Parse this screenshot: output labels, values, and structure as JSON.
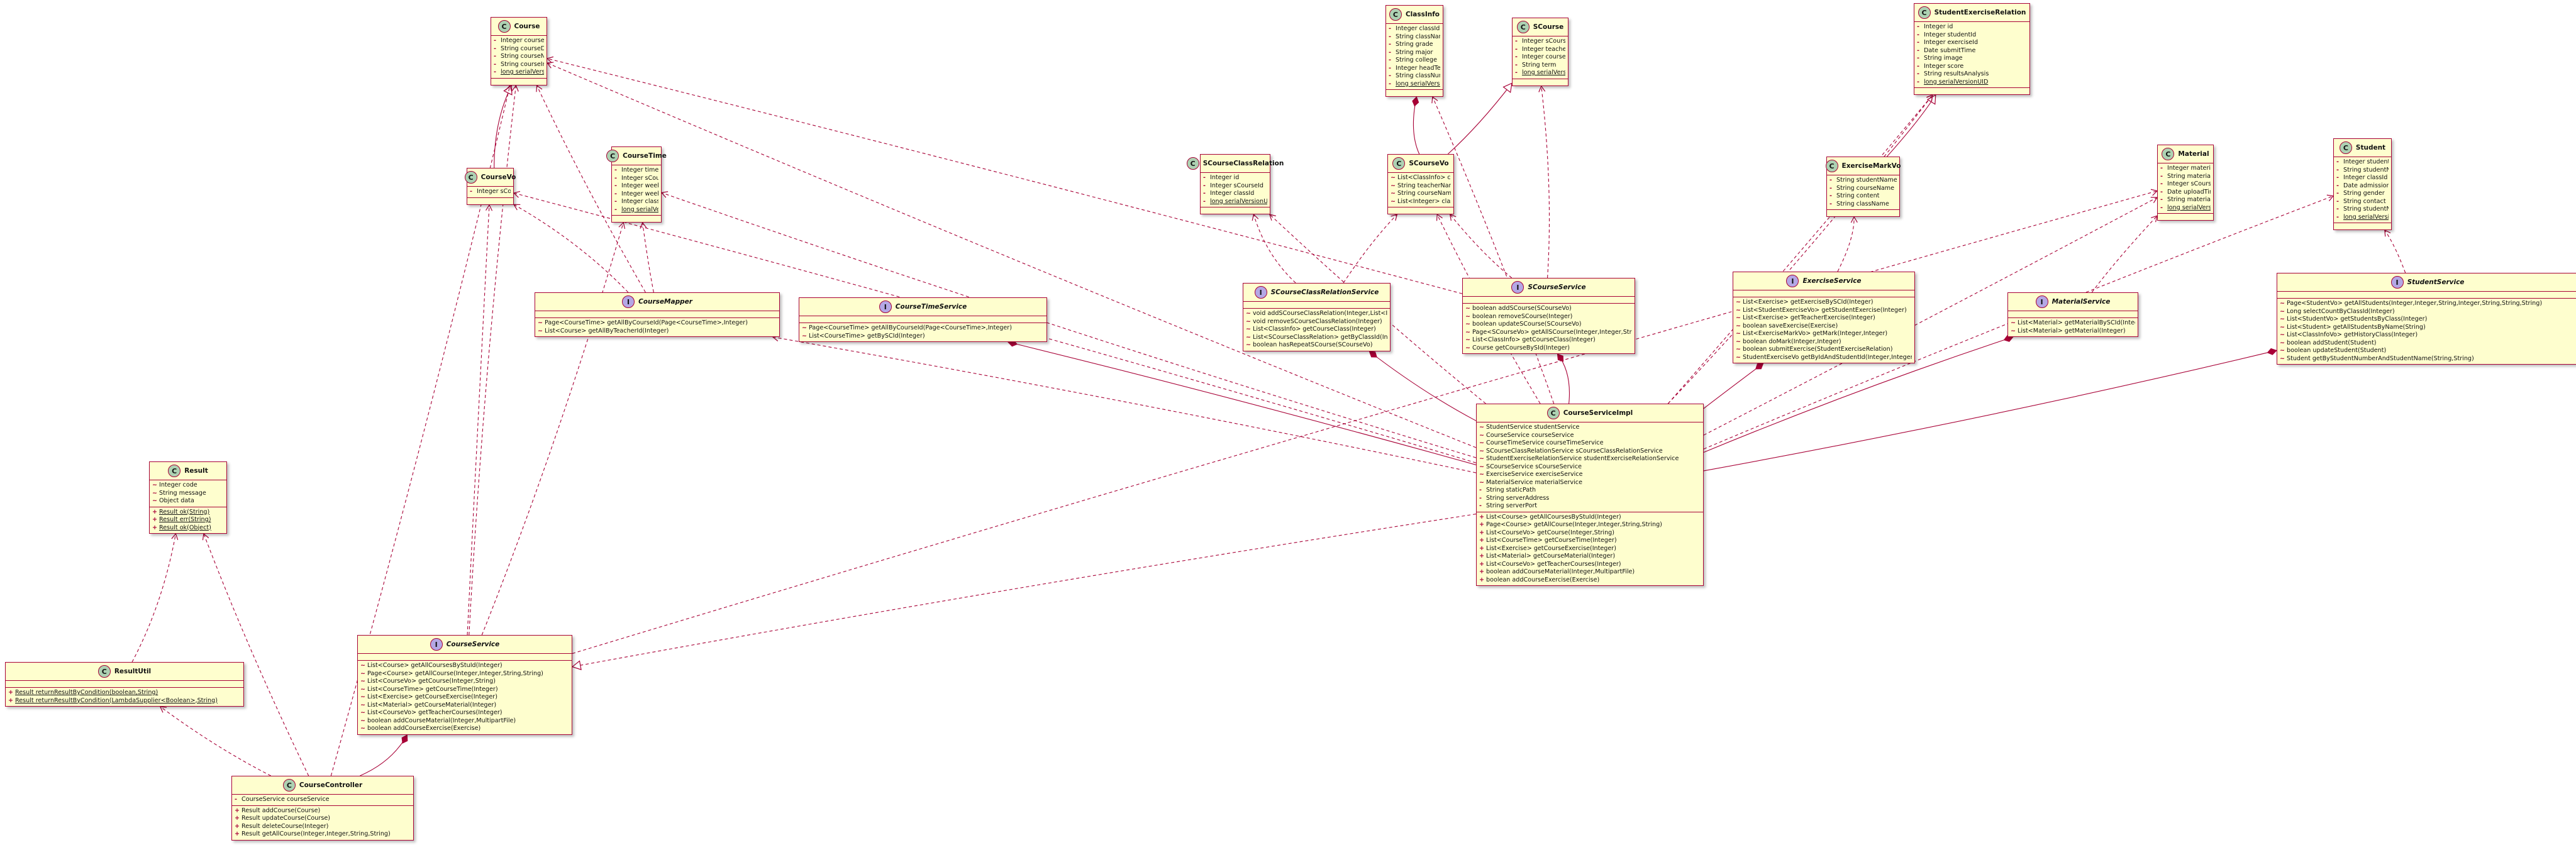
{
  "colors": {
    "box_fill": "#fefece",
    "border": "#a80036",
    "edge": "#a80036",
    "class_badge": "#add1b2",
    "interface_badge": "#b4a7e5"
  },
  "classes": [
    {
      "id": "Course",
      "name": "Course",
      "kind": "class",
      "fields": [
        [
          "-",
          "Integer courseId"
        ],
        [
          "-",
          "String courseDescription"
        ],
        [
          "-",
          "String courseName"
        ],
        [
          "-",
          "String courseImg"
        ],
        [
          "-",
          "long serialVersionUID",
          "static"
        ]
      ],
      "methods": []
    },
    {
      "id": "CourseVo",
      "name": "CourseVo",
      "kind": "class",
      "fields": [
        [
          "-",
          "Integer sCourseId"
        ]
      ],
      "methods": []
    },
    {
      "id": "CourseTime",
      "name": "CourseTime",
      "kind": "class",
      "fields": [
        [
          "-",
          "Integer timeId"
        ],
        [
          "-",
          "Integer sCourseId"
        ],
        [
          "-",
          "Integer weekday"
        ],
        [
          "-",
          "Integer week"
        ],
        [
          "-",
          "Integer classSequence"
        ],
        [
          "-",
          "long serialVersionUID",
          "static"
        ]
      ],
      "methods": []
    },
    {
      "id": "CourseMapper",
      "name": "CourseMapper",
      "kind": "interface",
      "fields": [],
      "methods": [
        [
          "~",
          "Page<CourseTime> getAllByCourseId(Page<CourseTime>,Integer)"
        ],
        [
          "~",
          "List<Course> getAllByTeacherId(Integer)"
        ]
      ]
    },
    {
      "id": "ClassInfo",
      "name": "ClassInfo",
      "kind": "class",
      "fields": [
        [
          "-",
          "Integer classId"
        ],
        [
          "-",
          "String className"
        ],
        [
          "-",
          "String grade"
        ],
        [
          "-",
          "String major"
        ],
        [
          "-",
          "String college"
        ],
        [
          "-",
          "Integer headTeacherId"
        ],
        [
          "-",
          "String classNumber"
        ],
        [
          "-",
          "long serialVersionUID",
          "static"
        ]
      ],
      "methods": []
    },
    {
      "id": "SCourse",
      "name": "SCourse",
      "kind": "class",
      "fields": [
        [
          "-",
          "Integer sCourseId"
        ],
        [
          "-",
          "Integer teacherId"
        ],
        [
          "-",
          "Integer courseId"
        ],
        [
          "-",
          "String term"
        ],
        [
          "-",
          "long serialVersionUID",
          "static"
        ]
      ],
      "methods": []
    },
    {
      "id": "SCourseVo",
      "name": "SCourseVo",
      "kind": "class",
      "fields": [
        [
          "~",
          "List<ClassInfo> classInfos"
        ],
        [
          "~",
          "String teacherName"
        ],
        [
          "~",
          "String courseName"
        ],
        [
          "~",
          "List<Integer> classIds"
        ]
      ],
      "methods": []
    },
    {
      "id": "SCourseClassRelation",
      "name": "SCourseClassRelation",
      "kind": "class",
      "fields": [
        [
          "-",
          "Integer id"
        ],
        [
          "-",
          "Integer sCourseId"
        ],
        [
          "-",
          "Integer classId"
        ],
        [
          "-",
          "long serialVersionUID",
          "static"
        ]
      ],
      "methods": []
    },
    {
      "id": "StudentExerciseRelation",
      "name": "StudentExerciseRelation",
      "kind": "class",
      "fields": [
        [
          "-",
          "Integer id"
        ],
        [
          "-",
          "Integer studentId"
        ],
        [
          "-",
          "Integer exerciseId"
        ],
        [
          "-",
          "Date submitTime"
        ],
        [
          "-",
          "String image"
        ],
        [
          "-",
          "Integer score"
        ],
        [
          "-",
          "String resultsAnalysis"
        ],
        [
          "-",
          "long serialVersionUID",
          "static"
        ]
      ],
      "methods": []
    },
    {
      "id": "ExerciseMarkVo",
      "name": "ExerciseMarkVo",
      "kind": "class",
      "fields": [
        [
          "-",
          "String studentName"
        ],
        [
          "-",
          "String courseName"
        ],
        [
          "-",
          "String content"
        ],
        [
          "-",
          "String className"
        ]
      ],
      "methods": []
    },
    {
      "id": "Material",
      "name": "Material",
      "kind": "class",
      "fields": [
        [
          "-",
          "Integer materialId"
        ],
        [
          "-",
          "String materialName"
        ],
        [
          "-",
          "Integer sCourseId"
        ],
        [
          "-",
          "Date uploadTime"
        ],
        [
          "-",
          "String materialPath"
        ],
        [
          "-",
          "long serialVersionUID",
          "static"
        ]
      ],
      "methods": []
    },
    {
      "id": "Student",
      "name": "Student",
      "kind": "class",
      "fields": [
        [
          "-",
          "Integer studentId"
        ],
        [
          "-",
          "String studentName"
        ],
        [
          "-",
          "Integer classId"
        ],
        [
          "-",
          "Date admissiondate"
        ],
        [
          "-",
          "String gender"
        ],
        [
          "-",
          "String contact"
        ],
        [
          "-",
          "String studentNumber"
        ],
        [
          "-",
          "long serialVersionUID",
          "static"
        ]
      ],
      "methods": []
    },
    {
      "id": "CourseTimeService",
      "name": "CourseTimeService",
      "kind": "interface",
      "fields": [],
      "methods": [
        [
          "~",
          "Page<CourseTime> getAllByCourseId(Page<CourseTime>,Integer)"
        ],
        [
          "~",
          "List<CourseTime> getBySCId(Integer)"
        ]
      ]
    },
    {
      "id": "SCourseClassRelationService",
      "name": "SCourseClassRelationService",
      "kind": "interface",
      "fields": [],
      "methods": [
        [
          "~",
          "void addSCourseClassRelation(Integer,List<Integer>)"
        ],
        [
          "~",
          "void removeSCourseClassRelation(Integer)"
        ],
        [
          "~",
          "List<ClassInfo> getCourseClass(Integer)"
        ],
        [
          "~",
          "List<SCourseClassRelation> getByClassId(Integer)"
        ],
        [
          "~",
          "boolean hasRepeatSCourse(SCourseVo)"
        ]
      ]
    },
    {
      "id": "SCourseService",
      "name": "SCourseService",
      "kind": "interface",
      "fields": [],
      "methods": [
        [
          "~",
          "boolean addSCourse(SCourseVo)"
        ],
        [
          "~",
          "boolean removeSCourse(Integer)"
        ],
        [
          "~",
          "boolean updateSCourse(SCourseVo)"
        ],
        [
          "~",
          "Page<SCourseVo> getAllSCourse(Integer,Integer,String,String,String)"
        ],
        [
          "~",
          "List<ClassInfo> getCourseClass(Integer)"
        ],
        [
          "~",
          "Course getCourseBySId(Integer)"
        ]
      ]
    },
    {
      "id": "ExerciseService",
      "name": "ExerciseService",
      "kind": "interface",
      "fields": [],
      "methods": [
        [
          "~",
          "List<Exercise> getExerciseBySCId(Integer)"
        ],
        [
          "~",
          "List<StudentExerciseVo> getStudentExercise(Integer)"
        ],
        [
          "~",
          "List<Exercise> getTeacherExercise(Integer)"
        ],
        [
          "~",
          "boolean saveExercise(Exercise)"
        ],
        [
          "~",
          "List<ExerciseMarkVo> getMark(Integer,Integer)"
        ],
        [
          "~",
          "boolean doMark(Integer,Integer)"
        ],
        [
          "~",
          "boolean submitExercise(StudentExerciseRelation)"
        ],
        [
          "~",
          "StudentExerciseVo getByIdAndStudentId(Integer,Integer)"
        ]
      ]
    },
    {
      "id": "MaterialService",
      "name": "MaterialService",
      "kind": "interface",
      "fields": [],
      "methods": [
        [
          "~",
          "List<Material> getMaterialBySCId(Integer)"
        ],
        [
          "~",
          "List<Material> getMaterial(Integer)"
        ]
      ]
    },
    {
      "id": "StudentService",
      "name": "StudentService",
      "kind": "interface",
      "fields": [],
      "methods": [
        [
          "~",
          "Page<StudentVo> getAllStudents(Integer,Integer,String,Integer,String,String,String)"
        ],
        [
          "~",
          "Long selectCountByClassId(Integer)"
        ],
        [
          "~",
          "List<StudentVo> getStudentsByClass(Integer)"
        ],
        [
          "~",
          "List<Student> getAllStudentsByName(String)"
        ],
        [
          "~",
          "List<ClassInfoVo> getHistoryClass(Integer)"
        ],
        [
          "~",
          "boolean addStudent(Student)"
        ],
        [
          "~",
          "boolean updateStudent(Student)"
        ],
        [
          "~",
          "Student getByStudentNumberAndStudentName(String,String)"
        ]
      ]
    },
    {
      "id": "CourseServiceImpl",
      "name": "CourseServiceImpl",
      "kind": "class",
      "fields": [
        [
          "~",
          "StudentService studentService"
        ],
        [
          "~",
          "CourseService courseService"
        ],
        [
          "~",
          "CourseTimeService courseTimeService"
        ],
        [
          "~",
          "SCourseClassRelationService sCourseClassRelationService"
        ],
        [
          "~",
          "StudentExerciseRelationService studentExerciseRelationService"
        ],
        [
          "~",
          "SCourseService sCourseService"
        ],
        [
          "~",
          "ExerciseService exerciseService"
        ],
        [
          "~",
          "MaterialService materialService"
        ],
        [
          "-",
          "String staticPath"
        ],
        [
          "-",
          "String serverAddress"
        ],
        [
          "-",
          "String serverPort"
        ]
      ],
      "methods": [
        [
          "+",
          "List<Course> getAllCoursesByStuId(Integer)"
        ],
        [
          "+",
          "Page<Course> getAllCourse(Integer,Integer,String,String)"
        ],
        [
          "+",
          "List<CourseVo> getCourse(Integer,String)"
        ],
        [
          "+",
          "List<CourseTime> getCourseTime(Integer)"
        ],
        [
          "+",
          "List<Exercise> getCourseExercise(Integer)"
        ],
        [
          "+",
          "List<Material> getCourseMaterial(Integer)"
        ],
        [
          "+",
          "List<CourseVo> getTeacherCourses(Integer)"
        ],
        [
          "+",
          "boolean addCourseMaterial(Integer,MultipartFile)"
        ],
        [
          "+",
          "boolean addCourseExercise(Exercise)"
        ]
      ]
    },
    {
      "id": "Result",
      "name": "Result",
      "kind": "class",
      "fields": [
        [
          "~",
          "Integer code"
        ],
        [
          "~",
          "String message"
        ],
        [
          "~",
          "Object data"
        ]
      ],
      "methods": [
        [
          "+",
          "Result ok(String)",
          "static"
        ],
        [
          "+",
          "Result err(String)",
          "static"
        ],
        [
          "+",
          "Result ok(Object)",
          "static"
        ]
      ]
    },
    {
      "id": "ResultUtil",
      "name": "ResultUtil",
      "kind": "class",
      "fields": [],
      "methods": [
        [
          "+",
          "Result returnResultByCondition(boolean,String)",
          "static"
        ],
        [
          "+",
          "Result returnResultByCondition(LambdaSupplier<Boolean>,String)",
          "static"
        ]
      ]
    },
    {
      "id": "CourseService",
      "name": "CourseService",
      "kind": "interface",
      "fields": [],
      "methods": [
        [
          "~",
          "List<Course> getAllCoursesByStuId(Integer)"
        ],
        [
          "~",
          "Page<Course> getAllCourse(Integer,Integer,String,String)"
        ],
        [
          "~",
          "List<CourseVo> getCourse(Integer,String)"
        ],
        [
          "~",
          "List<CourseTime> getCourseTime(Integer)"
        ],
        [
          "~",
          "List<Exercise> getCourseExercise(Integer)"
        ],
        [
          "~",
          "List<Material> getCourseMaterial(Integer)"
        ],
        [
          "~",
          "List<CourseVo> getTeacherCourses(Integer)"
        ],
        [
          "~",
          "boolean addCourseMaterial(Integer,MultipartFile)"
        ],
        [
          "~",
          "boolean addCourseExercise(Exercise)"
        ]
      ]
    },
    {
      "id": "CourseController",
      "name": "CourseController",
      "kind": "class",
      "fields": [
        [
          "-",
          "CourseService courseService"
        ]
      ],
      "methods": [
        [
          "+",
          "Result addCourse(Course)"
        ],
        [
          "+",
          "Result updateCourse(Course)"
        ],
        [
          "+",
          "Result deleteCourse(Integer)"
        ],
        [
          "+",
          "Result getAllCourse(Integer,Integer,String,String)"
        ]
      ]
    }
  ],
  "relations": [
    {
      "from": "CourseVo",
      "to": "Course",
      "type": "extends"
    },
    {
      "from": "SCourseVo",
      "to": "SCourse",
      "type": "extends"
    },
    {
      "from": "ExerciseMarkVo",
      "to": "StudentExerciseRelation",
      "type": "extends"
    },
    {
      "from": "SCourseVo",
      "to": "ClassInfo",
      "type": "aggregation"
    },
    {
      "from": "CourseServiceImpl",
      "to": "CourseService",
      "type": "implements"
    },
    {
      "from": "CourseController",
      "to": "CourseService",
      "type": "aggregation"
    },
    {
      "from": "CourseServiceImpl",
      "to": "CourseTimeService",
      "type": "aggregation"
    },
    {
      "from": "CourseServiceImpl",
      "to": "SCourseClassRelationService",
      "type": "aggregation"
    },
    {
      "from": "CourseServiceImpl",
      "to": "SCourseService",
      "type": "aggregation"
    },
    {
      "from": "CourseServiceImpl",
      "to": "ExerciseService",
      "type": "aggregation"
    },
    {
      "from": "CourseServiceImpl",
      "to": "MaterialService",
      "type": "aggregation"
    },
    {
      "from": "CourseServiceImpl",
      "to": "StudentService",
      "type": "aggregation"
    },
    {
      "from": "CourseMapper",
      "to": "Course",
      "type": "dependency"
    },
    {
      "from": "CourseMapper",
      "to": "CourseTime",
      "type": "dependency"
    },
    {
      "from": "CourseMapper",
      "to": "CourseVo",
      "type": "dependency"
    },
    {
      "from": "SCourseClassRelationService",
      "to": "SCourseClassRelation",
      "type": "dependency"
    },
    {
      "from": "SCourseClassRelationService",
      "to": "SCourseVo",
      "type": "dependency"
    },
    {
      "from": "SCourseService",
      "to": "SCourse",
      "type": "dependency"
    },
    {
      "from": "SCourseService",
      "to": "Course",
      "type": "dependency"
    },
    {
      "from": "SCourseService",
      "to": "SCourseVo",
      "type": "dependency"
    },
    {
      "from": "ExerciseService",
      "to": "ExerciseMarkVo",
      "type": "dependency"
    },
    {
      "from": "MaterialService",
      "to": "Material",
      "type": "dependency"
    },
    {
      "from": "StudentService",
      "to": "Student",
      "type": "dependency"
    },
    {
      "from": "ResultUtil",
      "to": "Result",
      "type": "dependency"
    },
    {
      "from": "CourseController",
      "to": "Result",
      "type": "dependency"
    },
    {
      "from": "CourseController",
      "to": "ResultUtil",
      "type": "dependency"
    },
    {
      "from": "CourseController",
      "to": "Course",
      "type": "dependency"
    },
    {
      "from": "CourseService",
      "to": "Course",
      "type": "dependency"
    },
    {
      "from": "CourseService",
      "to": "CourseVo",
      "type": "dependency"
    },
    {
      "from": "CourseService",
      "to": "CourseTime",
      "type": "dependency"
    },
    {
      "from": "CourseService",
      "to": "Material",
      "type": "dependency"
    },
    {
      "from": "CourseServiceImpl",
      "to": "Course",
      "type": "dependency"
    },
    {
      "from": "CourseServiceImpl",
      "to": "CourseVo",
      "type": "dependency"
    },
    {
      "from": "CourseServiceImpl",
      "to": "CourseTime",
      "type": "dependency"
    },
    {
      "from": "CourseServiceImpl",
      "to": "CourseMapper",
      "type": "dependency"
    },
    {
      "from": "CourseServiceImpl",
      "to": "ClassInfo",
      "type": "dependency"
    },
    {
      "from": "CourseServiceImpl",
      "to": "SCourseVo",
      "type": "dependency"
    },
    {
      "from": "CourseServiceImpl",
      "to": "SCourseClassRelation",
      "type": "dependency"
    },
    {
      "from": "CourseServiceImpl",
      "to": "StudentExerciseRelation",
      "type": "dependency"
    },
    {
      "from": "CourseServiceImpl",
      "to": "Material",
      "type": "dependency"
    },
    {
      "from": "CourseServiceImpl",
      "to": "Student",
      "type": "dependency"
    },
    {
      "from": "CourseServiceImpl",
      "to": "StudentExerciseRelation",
      "type": "dependency"
    }
  ]
}
